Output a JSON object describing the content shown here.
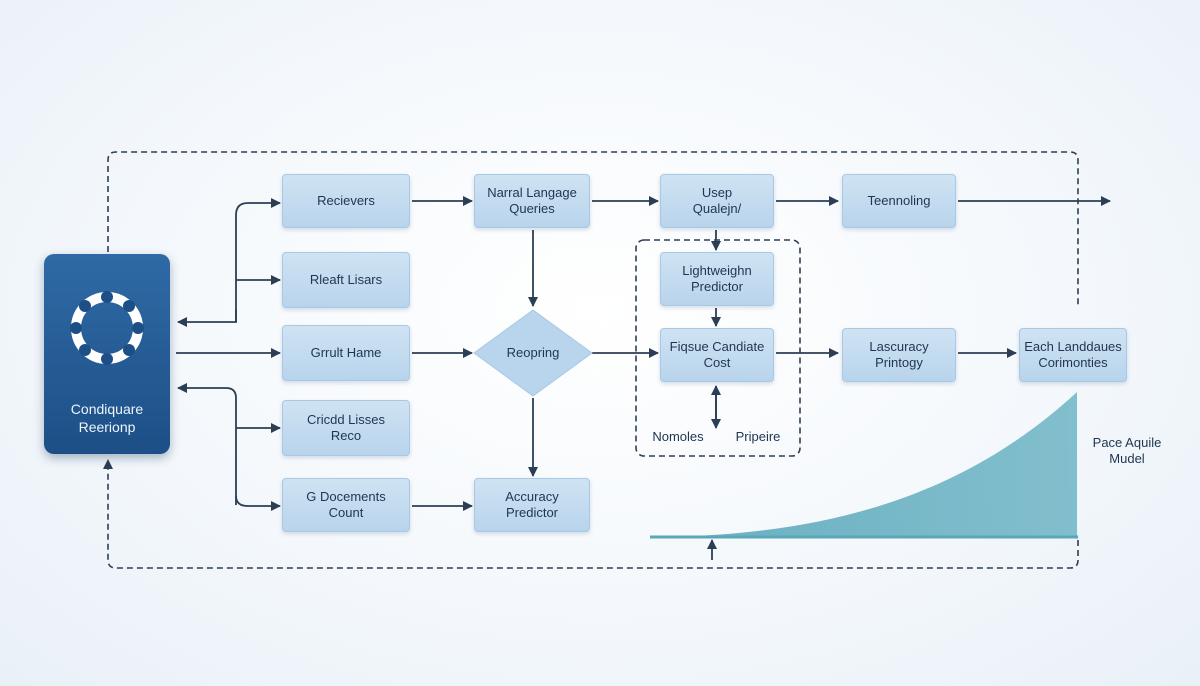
{
  "source": {
    "label": "Condiquare\nReerionp",
    "icon": "ring-of-dots-icon"
  },
  "nodes": {
    "recievers": "Recievers",
    "rleaft_lisars": "Rleaft Lisars",
    "grrult_hame": "Grrult Hame",
    "cricdd_lisses": "Cricdd Lisses\nReco",
    "g_docements": "G Docements\nCount",
    "narral_langage": "Narral Langage\nQueries",
    "reopring": "Reopring",
    "accuracy_predictor": "Accuracy\nPredictor",
    "usep": "Usep\nQualejn/",
    "lightweighn": "Lightweighn\nPredictor",
    "fiqsue": "Fiqsue Candiate\nCost",
    "teennoling": "Teennoling",
    "lascuracy": "Lascuracy\nPrintogy",
    "each_landdaues": "Each Landdaues\nCorimonties"
  },
  "labels": {
    "nomoles": "Nomoles",
    "pripeire": "Pripeire",
    "pace_aquile": "Pace Aquile\nMudel"
  },
  "colors": {
    "node_fill": "#c4dbef",
    "source_fill": "#225a94",
    "arrow": "#2c3e55",
    "curve_fill": "#6fb3c4"
  }
}
